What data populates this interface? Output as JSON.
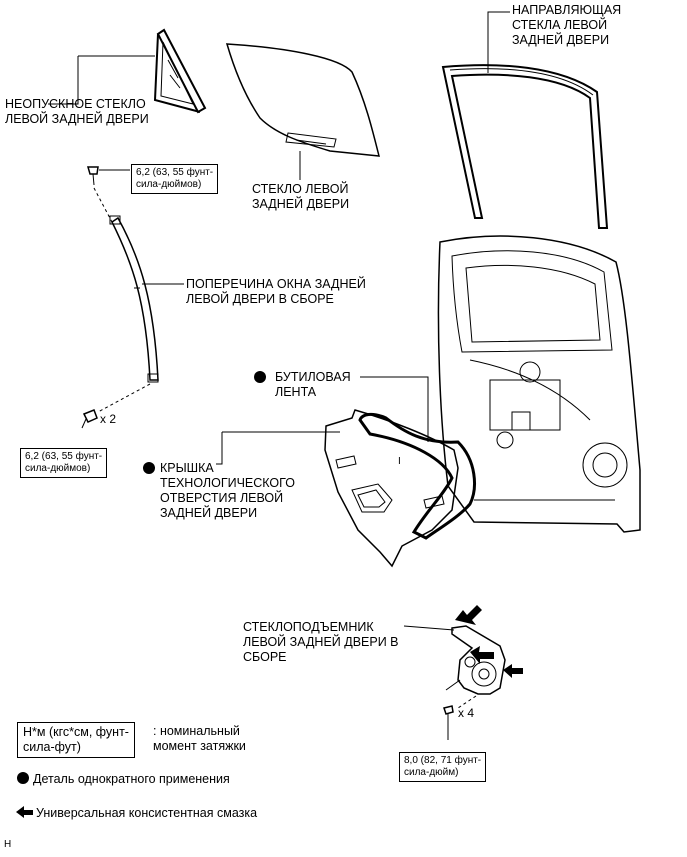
{
  "labels": {
    "fixed_glass": [
      "НЕОПУСКНОЕ СТЕКЛО",
      "ЛЕВОЙ ЗАДНЕЙ ДВЕРИ"
    ],
    "door_glass": [
      "СТЕКЛО ЛЕВОЙ",
      "ЗАДНЕЙ ДВЕРИ"
    ],
    "run_channel": [
      "НАПРАВЛЯЮЩАЯ",
      "СТЕКЛА ЛЕВОЙ",
      "ЗАДНЕЙ ДВЕРИ"
    ],
    "division_bar": [
      "ПОПЕРЕЧИНА ОКНА ЗАДНЕЙ",
      "ЛЕВОЙ ДВЕРИ В СБОРЕ"
    ],
    "butyl_tape": [
      "БУТИЛОВАЯ",
      "ЛЕНТА"
    ],
    "service_hole_cover": [
      "КРЫШКА",
      "ТЕХНОЛОГИЧЕСКОГО",
      "ОТВЕРСТИЯ ЛЕВОЙ",
      "ЗАДНЕЙ ДВЕРИ"
    ],
    "regulator": [
      "СТЕКЛОПОДЪЕМНИК",
      "ЛЕВОЙ ЗАДНЕЙ ДВЕРИ В",
      "СБОРЕ"
    ]
  },
  "torque": {
    "top_bolt": [
      "6,2 (63, 55 фунт-",
      "сила-дюймов)"
    ],
    "bottom_bolt": [
      "6,2 (63, 55 фунт-",
      "сила-дюймов)"
    ],
    "regulator_bolt": [
      "8,0 (82, 71 фунт-",
      "сила-дюйм)"
    ]
  },
  "quantities": {
    "bottom_bolt": "x 2",
    "regulator_bolt": "x 4"
  },
  "legend": {
    "torque_unit": [
      "Н*м (кгс*см, фунт-",
      "сила-фут)"
    ],
    "torque_desc": [
      ": номинальный",
      "момент затяжки"
    ],
    "non_reusable": "Деталь однократного применения",
    "grease": "Универсальная консистентная смазка"
  },
  "corner_mark": "Н",
  "cover_mark": "I"
}
